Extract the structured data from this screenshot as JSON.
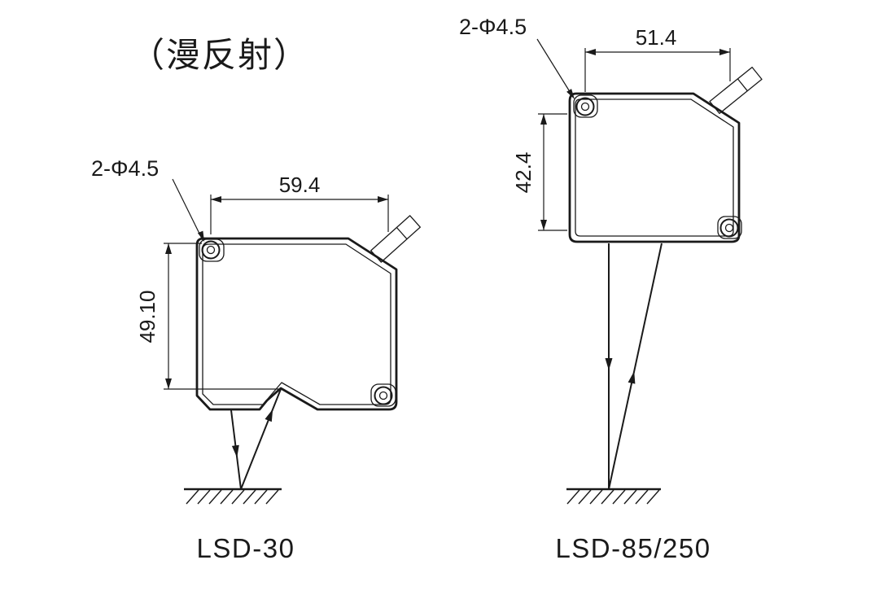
{
  "title": "（漫反射）",
  "sensors": {
    "left": {
      "model": "LSD-30",
      "hole_callout": "2-Φ4.5",
      "width_dim": "59.4",
      "height_dim": "49.10"
    },
    "right": {
      "model": "LSD-85/250",
      "hole_callout": "2-Φ4.5",
      "width_dim": "51.4",
      "height_dim": "42.4"
    }
  }
}
